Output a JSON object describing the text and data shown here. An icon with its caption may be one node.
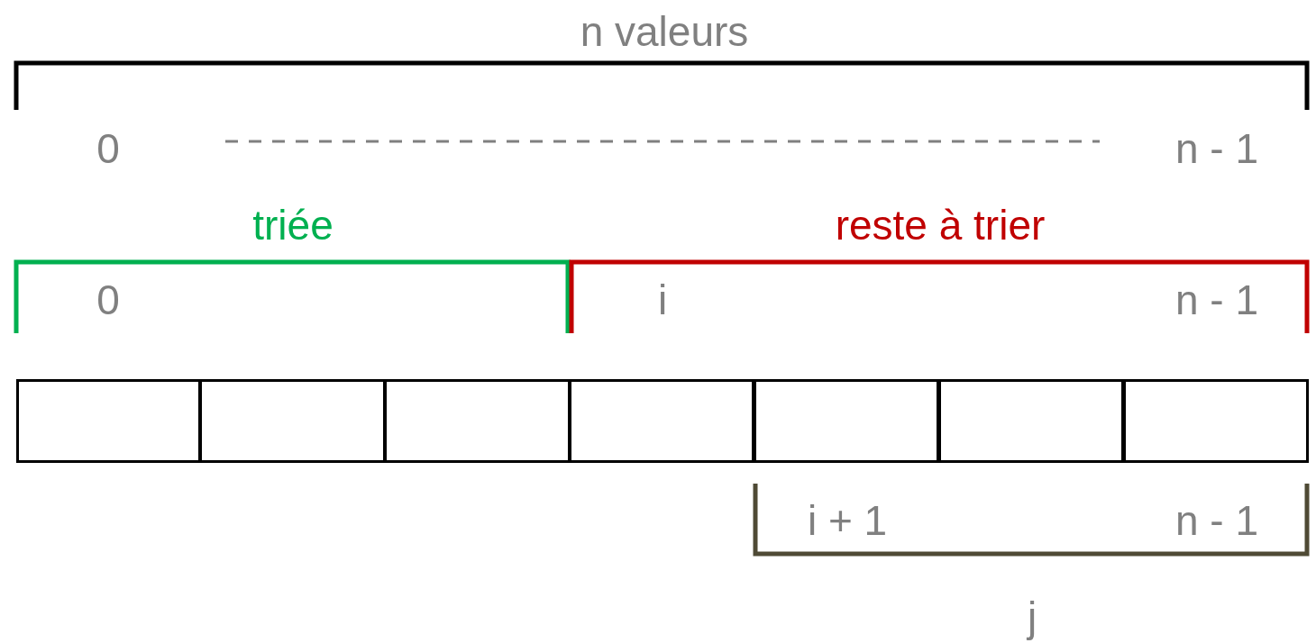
{
  "diagram": {
    "nodes": [
      {
        "text": [],
        "shape": "box"
      },
      {
        "text": [],
        "shape": "box"
      },
      {
        "text": [],
        "shape": "box"
      },
      {
        "text": [],
        "shape": "box"
      },
      {
        "text": [],
        "shape": "box"
      },
      {
        "text": [],
        "shape": "box"
      },
      {
        "text": [],
        "shape": "box"
      }
    ],
    "labels": [
      "n valeurs",
      "0",
      "n - 1",
      "triée",
      "reste à trier",
      "0",
      "i",
      "n - 1",
      "i + 1",
      "n - 1",
      "j"
    ]
  }
}
